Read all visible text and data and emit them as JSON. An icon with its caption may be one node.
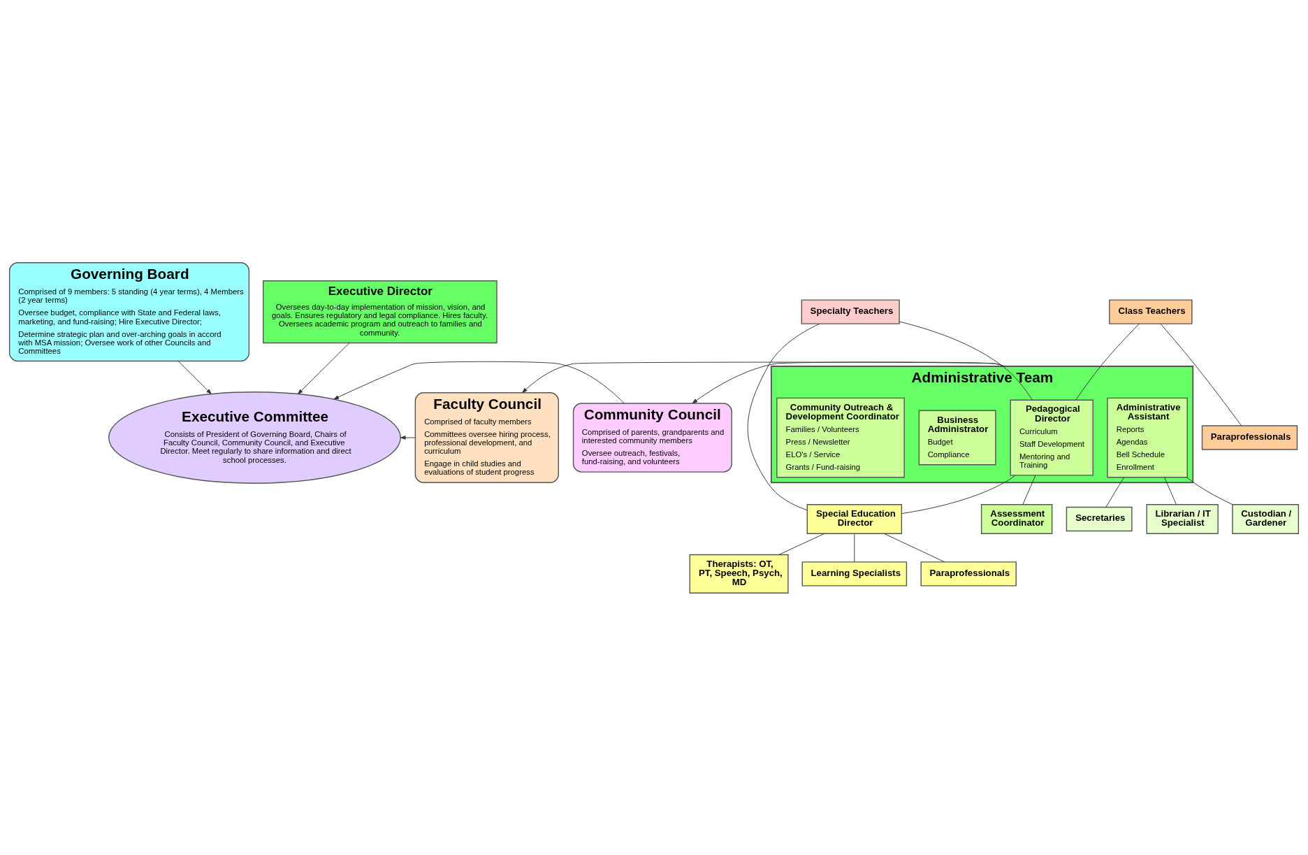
{
  "diagram": {
    "nodes": [
      {
        "text": [
          "Governing Board",
          "Comprised of 9 members: 5 standing (4 year terms), 4 Members (2 year terms)",
          "Oversee budget, compliance with State and Federal laws, marketing, and fund-raising; Hire Executive Director;",
          "Determine strategic plan and over-arching goals in accord with MSA mission; Oversee work of other Councils and Committees"
        ]
      },
      {
        "text": [
          "Faculty Council",
          "Comprised of faculty members",
          "Committees oversee hiring process, professional development, and curriculum",
          "Engage in child studies and evaluations of student progress"
        ]
      },
      {
        "text": [
          "Community Council",
          "Comprised of parents, grandparents and interested community members",
          "Oversee outreach, festivals, fund-raising, and volunteers"
        ]
      },
      {
        "text": [
          "Executive Committee",
          "Consists of President of Governing Board, Chairs of Faculty Council, Community Council, and Executive Director. Meet regularly to share information and direct school processes."
        ]
      },
      {
        "text": [
          "Executive Director",
          "Oversees day-to-day implementation of mission, vision, and goals. Ensures regulatory and legal compliance. Hires faculty. Oversees academic program and outreach to families and community."
        ]
      },
      {
        "text": [
          "Administrative Team"
        ]
      },
      {
        "text": [
          "Pedagogical Director",
          "Curriculum",
          "Staff Development",
          "Mentoring and Training"
        ],
        "in": 5
      },
      {
        "text": [
          "Administrative Assistant",
          "Reports",
          "Agendas",
          "Bell Schedule",
          "Enrollment"
        ],
        "in": 5
      },
      {
        "text": [
          "Business Administrator",
          "Budget",
          "Compliance"
        ],
        "in": 5
      },
      {
        "text": [
          "Community Outreach & Development Coordinator",
          "Families / Volunteers",
          "Press / Newsletter",
          "ELO's / Service",
          "Grants / Fund-raising"
        ],
        "in": 5
      },
      {
        "text": [
          "Class Teachers"
        ]
      },
      {
        "text": [
          "Paraprofessionals"
        ]
      },
      {
        "text": [
          "Specialty Teachers"
        ]
      },
      {
        "text": [
          "Special Education Director"
        ]
      },
      {
        "text": [
          "Assessment Coordinator"
        ]
      },
      {
        "text": [
          "Secretaries"
        ]
      },
      {
        "text": [
          "Therapists: OT, PT, Speech, Psych, MD"
        ]
      },
      {
        "text": [
          "Learning Specialists"
        ]
      },
      {
        "text": [
          "Librarian / IT Specialist"
        ]
      },
      {
        "text": [
          "Paraprofessionals"
        ]
      },
      {
        "text": [
          "Custodian / Gardener"
        ]
      }
    ],
    "edges": [
      {
        "from": 0,
        "to": 3,
        "arrow": "to"
      },
      {
        "from": 1,
        "to": 3,
        "arrow": "to"
      },
      {
        "from": 2,
        "to": 3,
        "arrow": "to"
      },
      {
        "from": 4,
        "to": 3,
        "arrow": "to"
      },
      {
        "from": 5,
        "to": 1,
        "arrow": "to"
      },
      {
        "from": 5,
        "to": 2,
        "arrow": "to"
      },
      {
        "from": 10,
        "to": 6,
        "arrow": "none"
      },
      {
        "from": 10,
        "to": 11,
        "arrow": "none"
      },
      {
        "from": 12,
        "to": 6,
        "arrow": "none"
      },
      {
        "from": 12,
        "to": 13,
        "arrow": "none"
      },
      {
        "from": 6,
        "to": 13,
        "arrow": "none"
      },
      {
        "from": 13,
        "to": 16,
        "arrow": "none"
      },
      {
        "from": 13,
        "to": 17,
        "arrow": "none"
      },
      {
        "from": 13,
        "to": 19,
        "arrow": "none"
      },
      {
        "from": 6,
        "to": 14,
        "arrow": "none"
      },
      {
        "from": 7,
        "to": 15,
        "arrow": "none"
      },
      {
        "from": 7,
        "to": 18,
        "arrow": "none"
      },
      {
        "from": 7,
        "to": 20,
        "arrow": "none"
      }
    ]
  }
}
